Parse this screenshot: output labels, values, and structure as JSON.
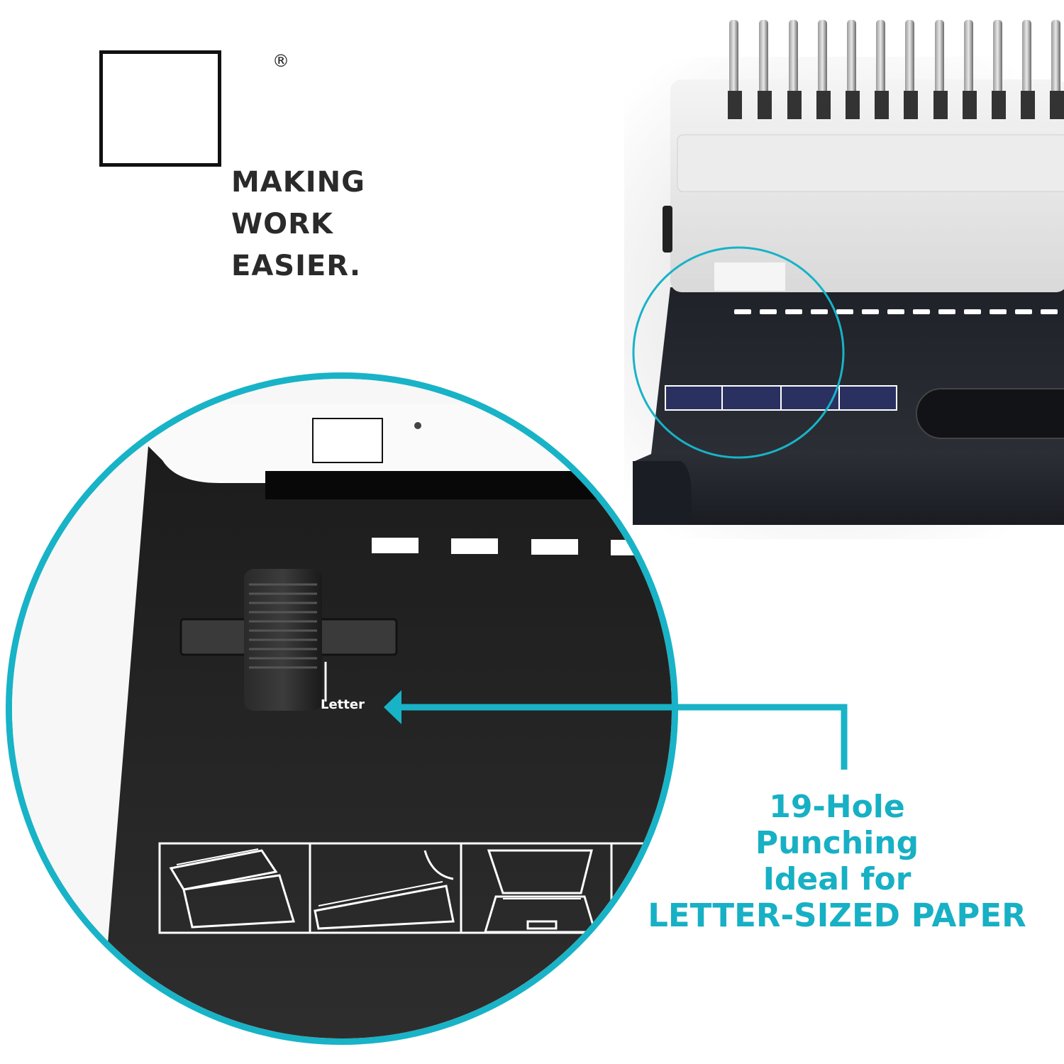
{
  "brand": {
    "registered_mark": "®",
    "tagline": [
      "MAKING",
      "WORK",
      "EASIER."
    ]
  },
  "detail_view": {
    "guide_label": "Letter",
    "hole_slots_visible": 4,
    "instruction_panels": 4
  },
  "callout": {
    "lines": [
      "19-Hole",
      "Punching",
      "Ideal for",
      "LETTER-SIZED PAPER"
    ]
  },
  "product": {
    "comb_fingers_visible": 12,
    "punch_holes": 19
  },
  "colors": {
    "accent_teal": "#18b3c7",
    "machine_base": "#23262d",
    "machine_lid": "#e8e8e8",
    "tagline_text": "#2a2a2a"
  }
}
